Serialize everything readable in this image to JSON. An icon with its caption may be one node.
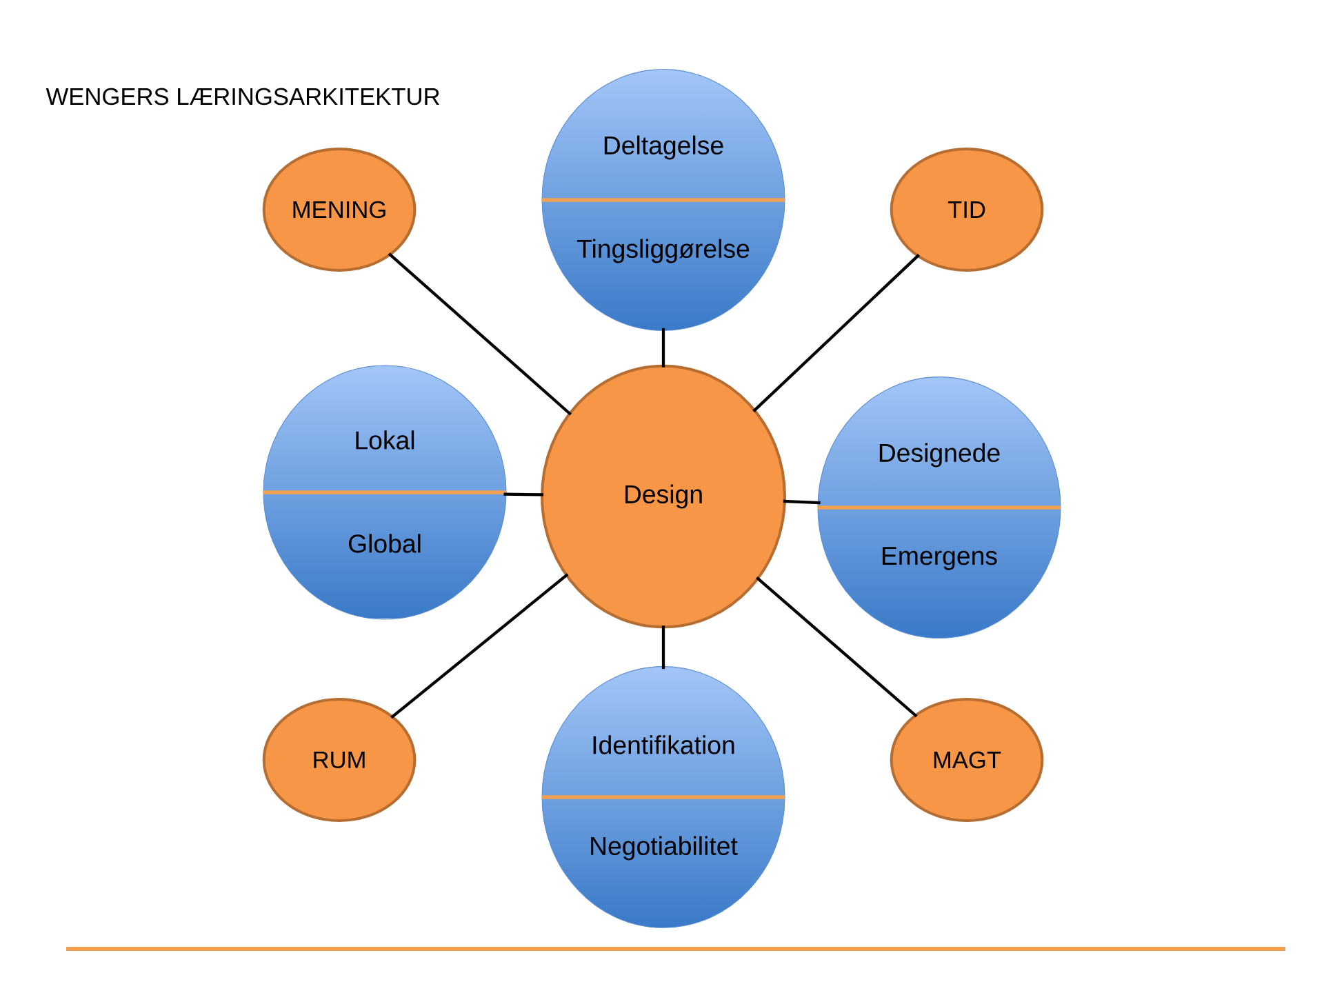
{
  "diagram": {
    "title": "WENGERS LÆRINGSARKITEKTUR",
    "nodes": [
      {
        "text": [
          "Deltagelse",
          "Tingsliggørelse"
        ]
      },
      {
        "text": [
          "MENING"
        ]
      },
      {
        "text": [
          "TID"
        ]
      },
      {
        "text": [
          "Lokal",
          "Global"
        ]
      },
      {
        "text": [
          "Design"
        ]
      },
      {
        "text": [
          "Designede",
          "Emergens"
        ]
      },
      {
        "text": [
          "RUM"
        ]
      },
      {
        "text": [
          "Identifikation",
          "Negotiabilitet"
        ]
      },
      {
        "text": [
          "MAGT"
        ]
      }
    ],
    "edges": [
      {
        "from": 4,
        "to": 0,
        "arrow": "none"
      },
      {
        "from": 4,
        "to": 1,
        "arrow": "none"
      },
      {
        "from": 4,
        "to": 2,
        "arrow": "none"
      },
      {
        "from": 4,
        "to": 3,
        "arrow": "none"
      },
      {
        "from": 4,
        "to": 5,
        "arrow": "none"
      },
      {
        "from": 4,
        "to": 6,
        "arrow": "none"
      },
      {
        "from": 4,
        "to": 7,
        "arrow": "none"
      },
      {
        "from": 4,
        "to": 8,
        "arrow": "none"
      }
    ]
  }
}
